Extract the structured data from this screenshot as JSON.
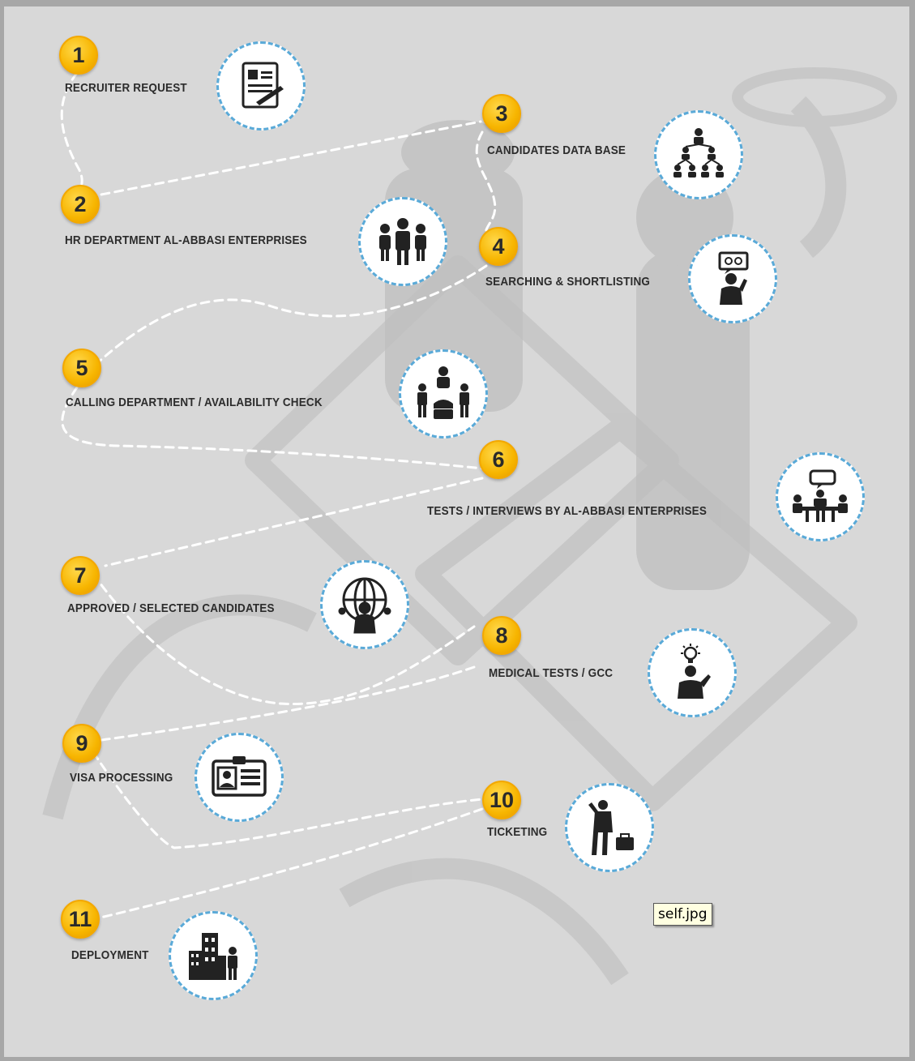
{
  "steps": [
    {
      "number": "1",
      "label": "RECRUITER REQUEST",
      "icon": "document-icon"
    },
    {
      "number": "2",
      "label": "HR DEPARTMENT AL-ABBASI ENTERPRISES",
      "icon": "team-icon"
    },
    {
      "number": "3",
      "label": "CANDIDATES DATA BASE",
      "icon": "hierarchy-icon"
    },
    {
      "number": "4",
      "label": "SEARCHING & SHORTLISTING",
      "icon": "thinking-person-icon"
    },
    {
      "number": "5",
      "label": "CALLING DEPARTMENT / AVAILABILITY CHECK",
      "icon": "phone-group-icon"
    },
    {
      "number": "6",
      "label": "TESTS / INTERVIEWS BY AL-ABBASI ENTERPRISES",
      "icon": "interview-icon"
    },
    {
      "number": "7",
      "label": "APPROVED / SELECTED CANDIDATES",
      "icon": "globe-person-icon"
    },
    {
      "number": "8",
      "label": "MEDICAL TESTS / GCC",
      "icon": "idea-person-icon"
    },
    {
      "number": "9",
      "label": "VISA PROCESSING",
      "icon": "id-card-icon"
    },
    {
      "number": "10",
      "label": "TICKETING",
      "icon": "traveler-icon"
    },
    {
      "number": "11",
      "label": "DEPLOYMENT",
      "icon": "city-person-icon"
    }
  ],
  "tooltip": "self.jpg",
  "colors": {
    "badge": "#f7b500",
    "circle_border": "#5aaad8",
    "path": "#ffffff",
    "background": "#d8d8d8"
  }
}
